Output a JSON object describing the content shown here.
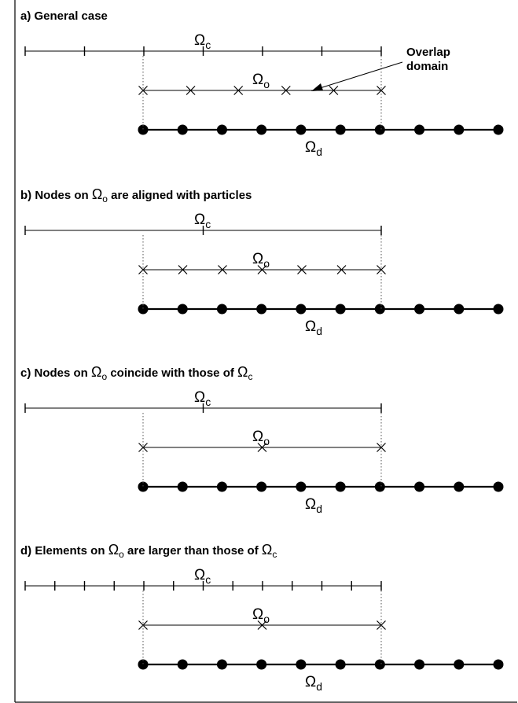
{
  "panels": [
    {
      "title_prefix": "a) General case",
      "title_symbol": "",
      "title_sub": "",
      "title_middle": "",
      "title_symbol2": "",
      "title_sub2": "",
      "c_ticks": 7,
      "c_start": 0,
      "o_crosses": 6,
      "d_dots": 10,
      "annotation": [
        "Overlap",
        "domain"
      ]
    },
    {
      "title_prefix": "b) Nodes on ",
      "title_symbol": "Ω",
      "title_sub": "o",
      "title_middle": " are aligned with particles",
      "title_symbol2": "",
      "title_sub2": "",
      "c_ticks": 3,
      "c_start": 0,
      "o_crosses": 7,
      "d_dots": 10,
      "annotation": []
    },
    {
      "title_prefix": "c) Nodes on ",
      "title_symbol": "Ω",
      "title_sub": "o",
      "title_middle": " coincide with those of ",
      "title_symbol2": "Ω",
      "title_sub2": "c",
      "c_ticks": 3,
      "c_start": 0,
      "o_crosses": 3,
      "d_dots": 10,
      "annotation": []
    },
    {
      "title_prefix": "d) Elements on ",
      "title_symbol": "Ω",
      "title_sub": "o",
      "title_middle": " are larger than those of ",
      "title_symbol2": "Ω",
      "title_sub2": "c",
      "c_ticks": 13,
      "c_start": 0,
      "o_crosses": 3,
      "d_dots": 10,
      "annotation": []
    }
  ],
  "labels": {
    "omega": "Ω",
    "c": "c",
    "o": "o",
    "d": "d"
  },
  "colors": {
    "ink": "#000000",
    "dotted": "#555555"
  }
}
